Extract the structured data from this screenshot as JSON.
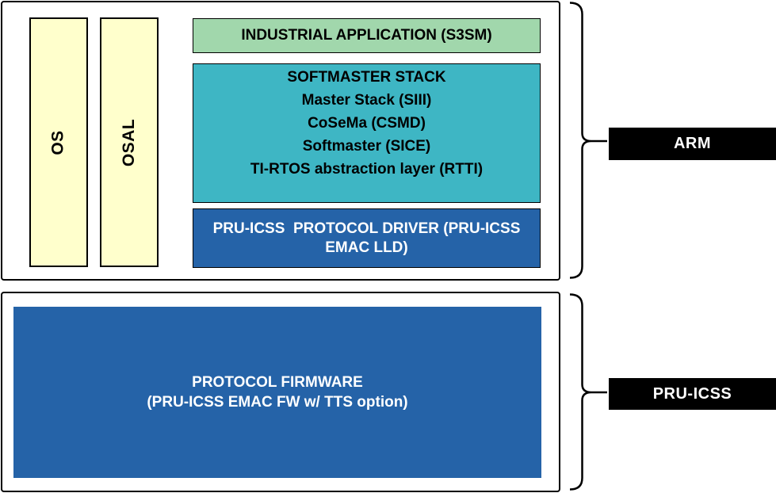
{
  "colors": {
    "pale_yellow": "#FFFFCC",
    "mint_green": "#A1D7AC",
    "teal": "#3EB6C4",
    "blue": "#2563A8",
    "label_black": "#000000",
    "border_black": "#000000"
  },
  "arm_section": {
    "os_label": "OS",
    "osal_label": "OSAL",
    "industrial_app_label": "INDUSTRIAL APPLICATION (S3SM)",
    "softmaster_stack": {
      "title": "SOFTMASTER STACK",
      "items": [
        "Master Stack (SIII)",
        "CoSeMa (CSMD)",
        "Softmaster (SICE)",
        "TI-RTOS abstraction layer (RTTI)"
      ]
    },
    "protocol_driver_label": "PRU-ICSS  PROTOCOL DRIVER (PRU-ICSS EMAC LLD)",
    "bracket_label": "ARM"
  },
  "pru_icss_section": {
    "protocol_firmware_title": "PROTOCOL FIRMWARE",
    "protocol_firmware_subtitle": "(PRU-ICSS EMAC FW w/ TTS option)",
    "bracket_label": "PRU-ICSS"
  }
}
